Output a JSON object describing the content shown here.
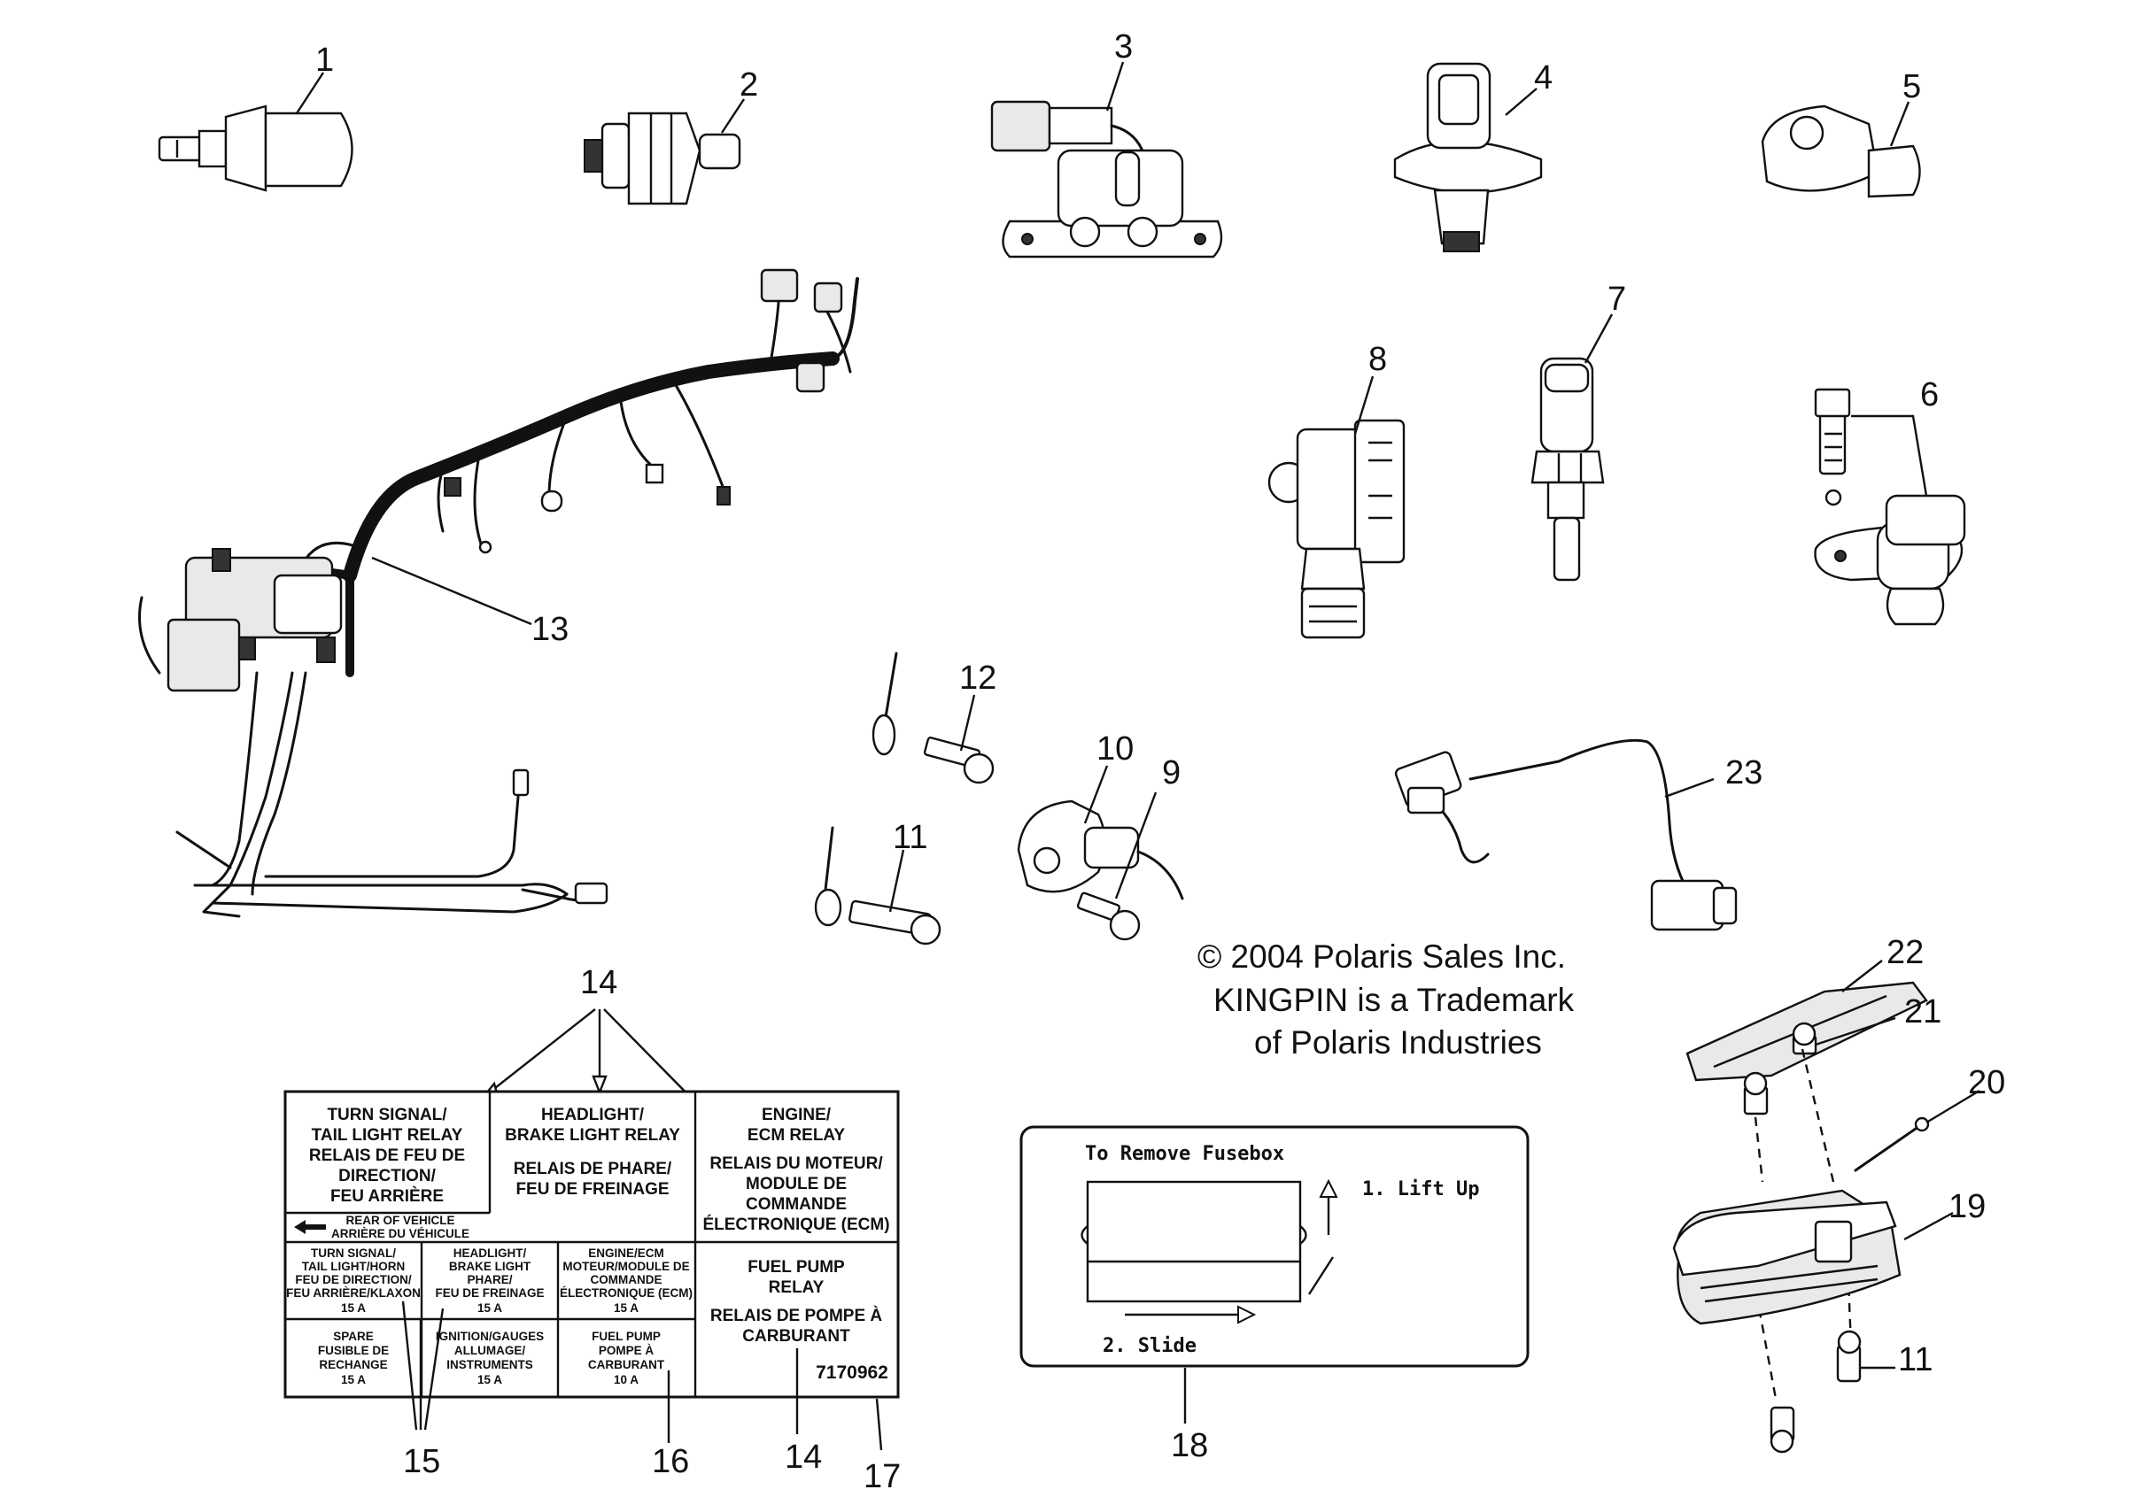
{
  "callouts": {
    "c1": "1",
    "c2": "2",
    "c3": "3",
    "c4": "4",
    "c5": "5",
    "c6": "6",
    "c7": "7",
    "c8": "8",
    "c9": "9",
    "c10": "10",
    "c11a": "11",
    "c11b": "11",
    "c12": "12",
    "c13": "13",
    "c14a": "14",
    "c14b": "14",
    "c15": "15",
    "c16": "16",
    "c17": "17",
    "c18": "18",
    "c19": "19",
    "c20": "20",
    "c21": "21",
    "c22": "22",
    "c23": "23"
  },
  "copyright": {
    "line1": "© 2004 Polaris Sales Inc.",
    "line2": "KINGPIN is a Trademark",
    "line3": "of Polaris Industries"
  },
  "decal": {
    "top_left": [
      "TURN SIGNAL/",
      "TAIL LIGHT RELAY",
      "RELAIS DE FEU DE",
      "DIRECTION/",
      "FEU ARRIÈRE"
    ],
    "top_mid": [
      "HEADLIGHT/",
      "BRAKE LIGHT RELAY",
      "",
      "RELAIS DE PHARE/",
      "FEU DE FREINAGE"
    ],
    "top_right": [
      "ENGINE/",
      "ECM RELAY",
      "",
      "RELAIS DU MOTEUR/",
      "MODULE DE",
      "COMMANDE",
      "ÉLECTRONIQUE (ECM)"
    ],
    "rear": [
      "REAR OF VEHICLE",
      "ARRIÈRE DU VÉHICULE"
    ],
    "fuse1": [
      "TURN SIGNAL/",
      "TAIL LIGHT/HORN",
      "FEU DE DIRECTION/",
      "FEU ARRIÈRE/KLAXON",
      "15 A"
    ],
    "fuse2": [
      "HEADLIGHT/",
      "BRAKE LIGHT",
      "PHARE/",
      "FEU DE FREINAGE",
      "15 A"
    ],
    "fuse3": [
      "ENGINE/ECM",
      "MOTEUR/MODULE DE",
      "COMMANDE",
      "ÉLECTRONIQUE (ECM)",
      "15 A"
    ],
    "fuse4": [
      "SPARE",
      "FUSIBLE DE",
      "RECHANGE",
      "15 A"
    ],
    "fuse5": [
      "IGNITION/GAUGES",
      "ALLUMAGE/",
      "INSTRUMENTS",
      "15 A"
    ],
    "fuse6": [
      "FUEL PUMP",
      "POMPE À",
      "CARBURANT",
      "10 A"
    ],
    "fuel_relay": [
      "FUEL PUMP",
      "RELAY",
      "",
      "RELAIS DE POMPE À",
      "CARBURANT"
    ],
    "part_no": "7170962"
  },
  "fusebox_decal": {
    "title": "To Remove Fusebox",
    "step1": "1. Lift Up",
    "step2": "2. Slide"
  }
}
